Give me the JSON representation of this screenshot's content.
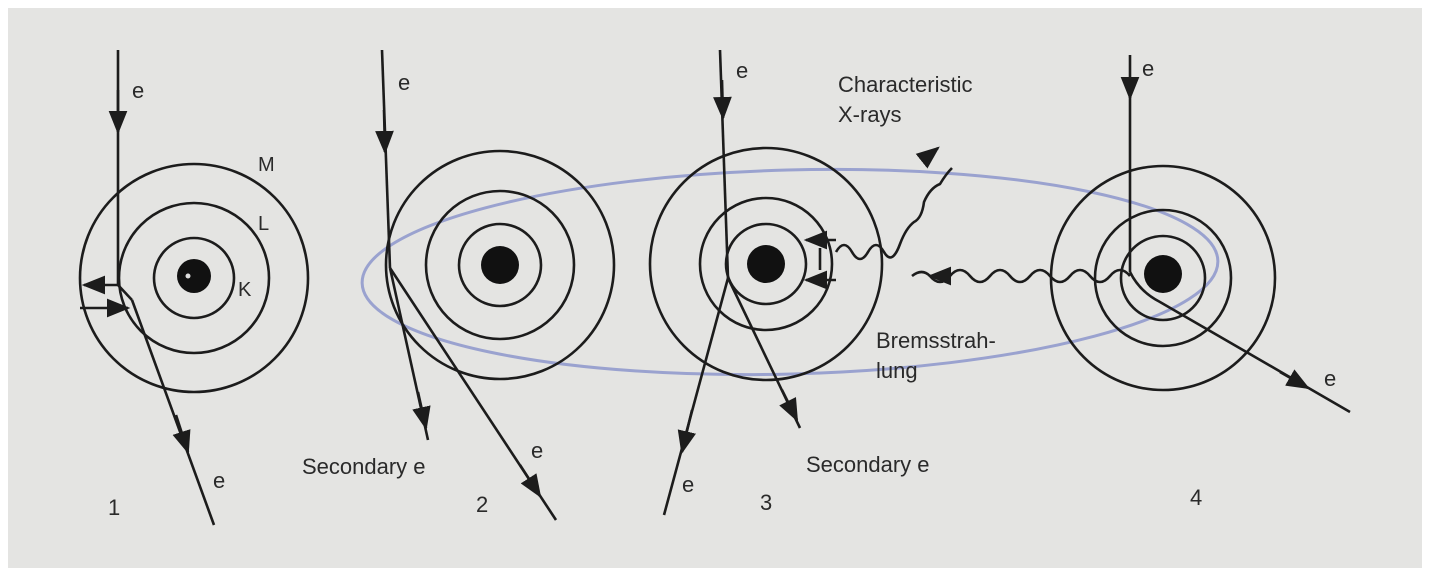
{
  "colors": {
    "paper": "#e4e4e2",
    "ink": "#1c1c1c",
    "pen": "#9aa2cf"
  },
  "panel1": {
    "electron_in": "e",
    "shell_m": "M",
    "shell_l": "L",
    "shell_k": "K",
    "electron_out": "e",
    "number": "1"
  },
  "panel2": {
    "electron_in": "e",
    "secondary": "Secondary e",
    "electron_out": "e",
    "number": "2"
  },
  "panel3": {
    "electron_in": "e",
    "characteristic_line1": "Characteristic",
    "characteristic_line2": "X-rays",
    "bremsstrahlung_line1": "Bremsstrah-",
    "bremsstrahlung_line2": "lung",
    "electron_out": "e",
    "secondary": "Secondary e",
    "number": "3"
  },
  "panel4": {
    "electron_in": "e",
    "electron_out": "e",
    "number": "4"
  }
}
